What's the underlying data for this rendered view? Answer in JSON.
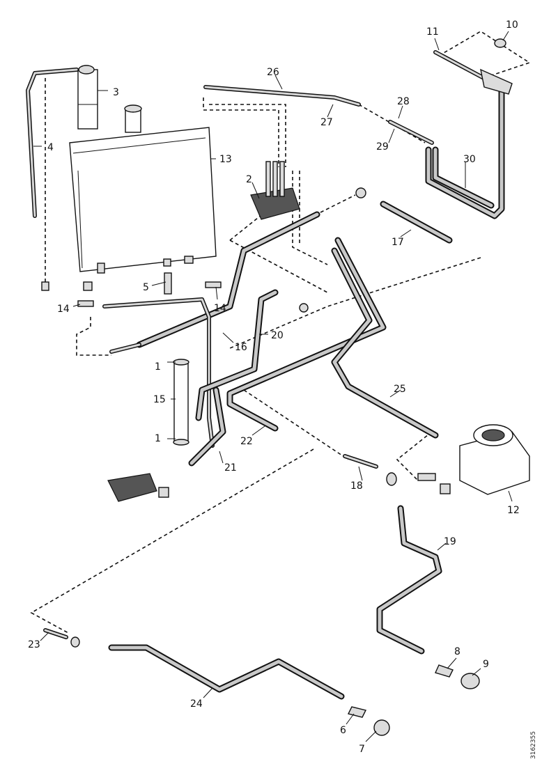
{
  "document_id": "3162355",
  "callouts": {
    "c1a": "1",
    "c1b": "1",
    "c2": "2",
    "c3": "3",
    "c4": "4",
    "c5": "5",
    "c6": "6",
    "c7": "7",
    "c8": "8",
    "c9": "9",
    "c10": "10",
    "c11": "11",
    "c12": "12",
    "c13": "13",
    "c14a": "14",
    "c14b": "14",
    "c15": "15",
    "c16": "16",
    "c17": "17",
    "c18": "18",
    "c19": "19",
    "c20": "20",
    "c21": "21",
    "c22": "22",
    "c23": "23",
    "c24": "24",
    "c25": "25",
    "c26": "26",
    "c27": "27",
    "c28": "28",
    "c29": "29",
    "c30": "30"
  }
}
